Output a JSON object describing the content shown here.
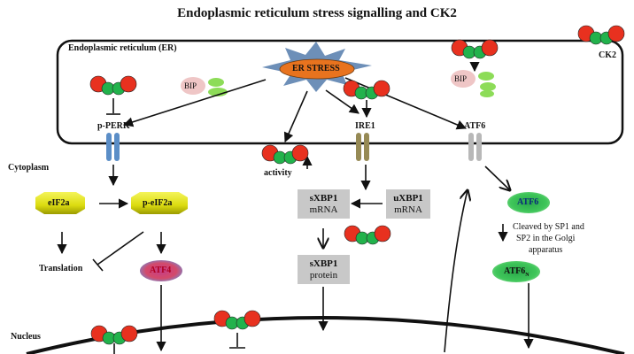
{
  "title": "Endoplasmic reticulum stress signalling and CK2",
  "labels": {
    "er": "Endoplasmic reticulum (ER)",
    "er_stress": "ER STRESS",
    "ck2_legend": "CK2",
    "bip_left": "BIP",
    "bip_right": "BIP",
    "pperk": "p-PERK",
    "ire1": "IRE1",
    "atf6_receptor": "ATF6",
    "activity": "activity",
    "cytoplasm": "Cytoplasm",
    "eif2a": "eIF2a",
    "peif2a": "p-eIF2a",
    "translation": "Translation",
    "atf4": "ATF4",
    "sxbp1_mrna_line1": "sXBP1",
    "sxbp1_mrna_line2": "mRNA",
    "uxbp1_mrna_line1": "uXBP1",
    "uxbp1_mrna_line2": "mRNA",
    "sxbp1_protein_line1": "sXBP1",
    "sxbp1_protein_line2": "protein",
    "atf6_cleaved": "ATF6",
    "cleaved_line1": "Cleaved by SP1 and",
    "cleaved_line2": "SP2 in the Golgi",
    "cleaved_line3": "apparatus",
    "atf6n": "ATF6",
    "atf6n_sub": "N",
    "nucleus": "Nucleus"
  },
  "colors": {
    "ck2_red": "#e8311f",
    "ck2_green": "#22b24c",
    "er_stress_fill": "#e8731e",
    "er_stress_star": "#6d8fb8",
    "receptor_perk": "#5b8ec7",
    "receptor_ire1": "#968a55",
    "receptor_atf6": "#b8b8b8",
    "eif2a_fill": "#e4e414",
    "atf6_fill": "#3fc65a",
    "grey_box": "#c8c8c8"
  }
}
